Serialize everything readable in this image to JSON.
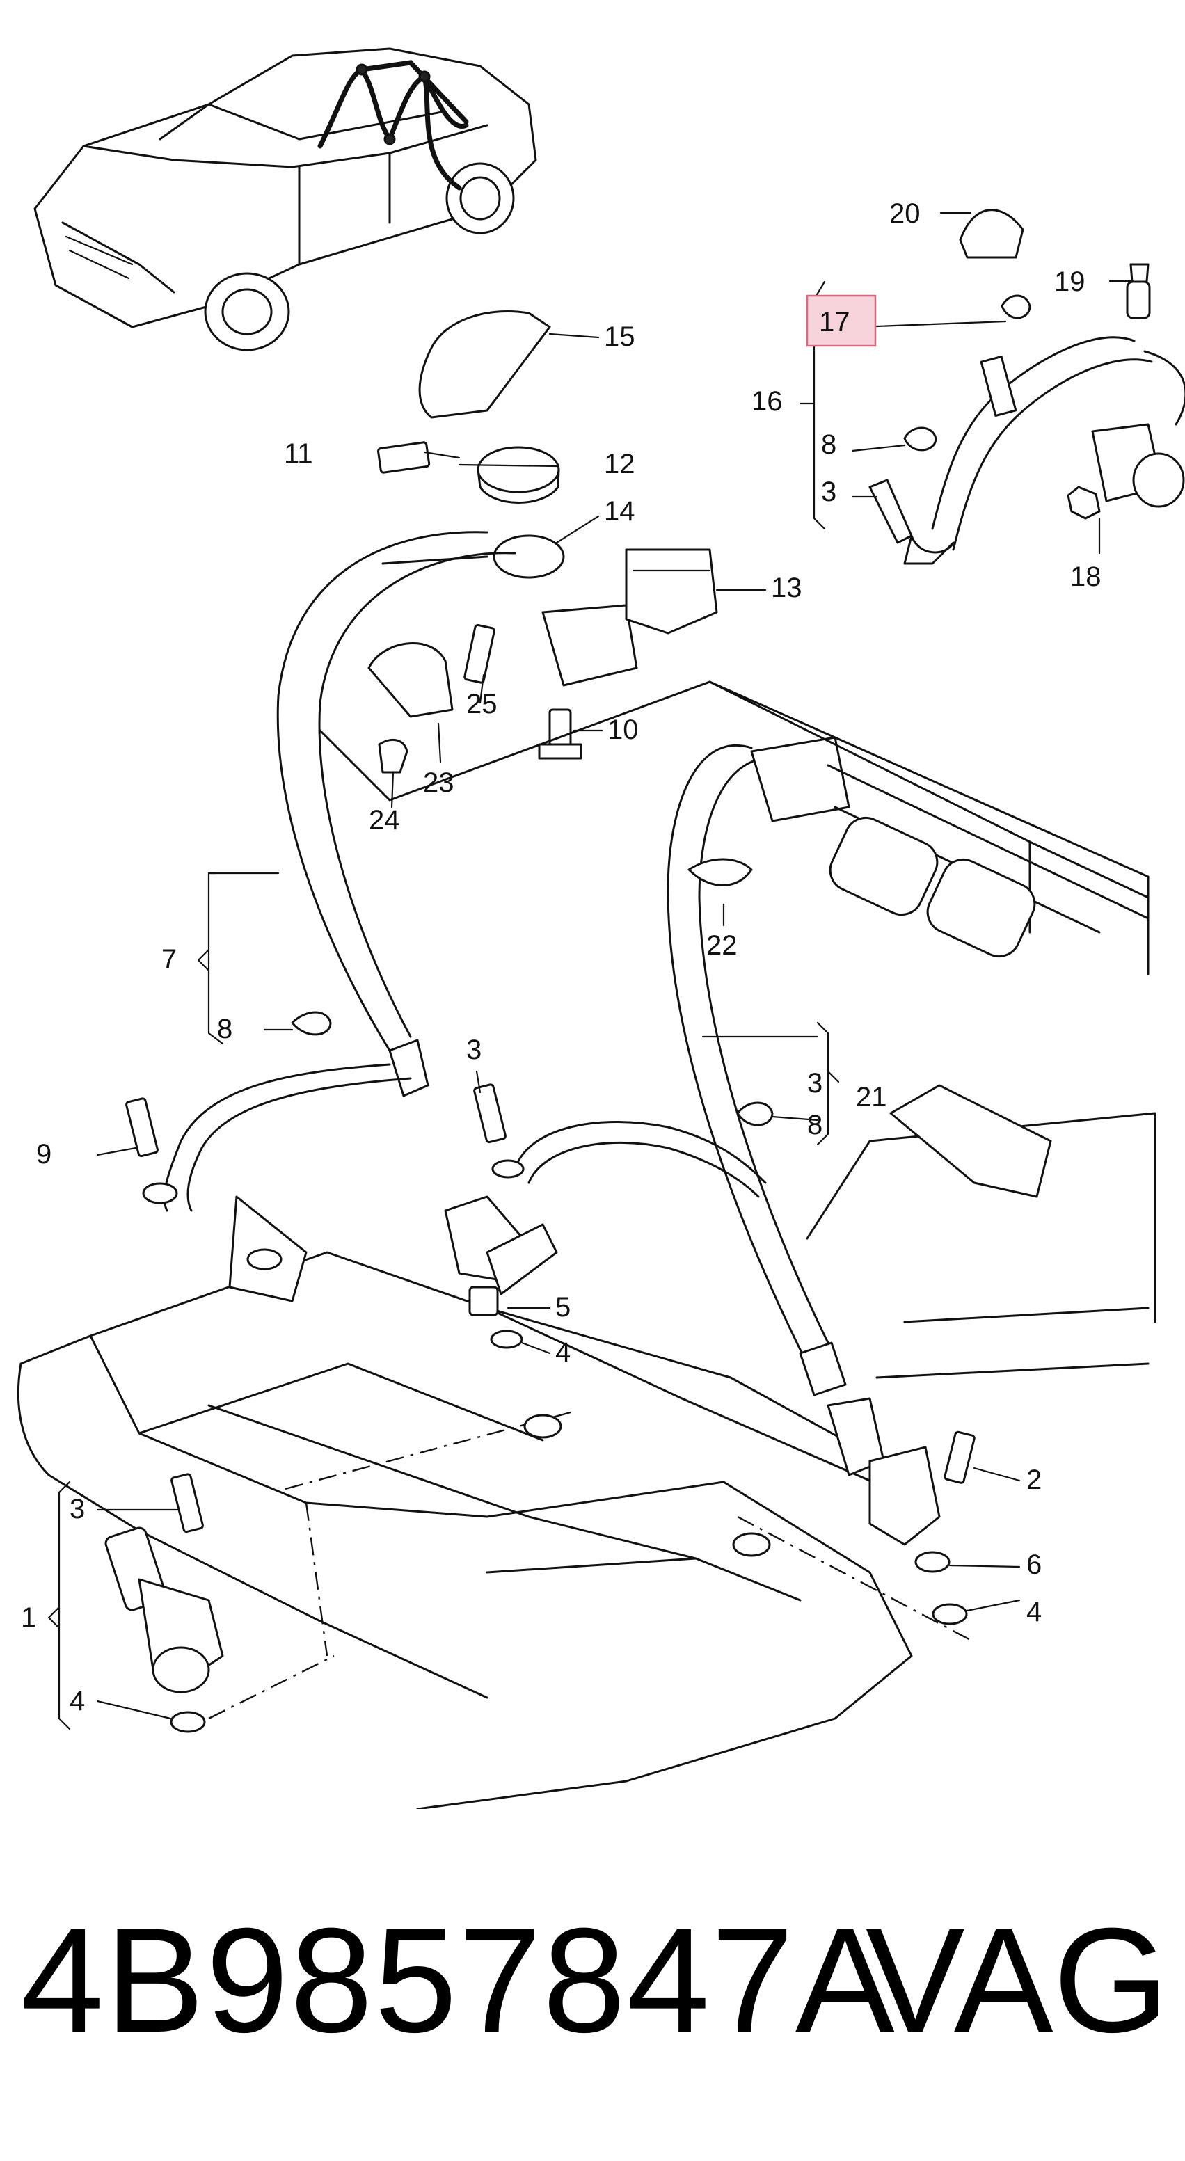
{
  "callouts": {
    "c1": "1",
    "c2": "2",
    "c3": "3",
    "c4": "4",
    "c5": "5",
    "c6": "6",
    "c7": "7",
    "c8": "8",
    "c9": "9",
    "c10": "10",
    "c11": "11",
    "c12": "12",
    "c13": "13",
    "c14": "14",
    "c15": "15",
    "c16": "16",
    "c17": "17",
    "c18": "18",
    "c19": "19",
    "c20": "20",
    "c21": "21",
    "c22": "22",
    "c23": "23",
    "c24": "24",
    "c25": "25"
  },
  "highlighted_callout": "17",
  "highlight_color": "#f7d3dc",
  "footer": {
    "part_number": "4B9857847A",
    "brand": "VAG"
  }
}
